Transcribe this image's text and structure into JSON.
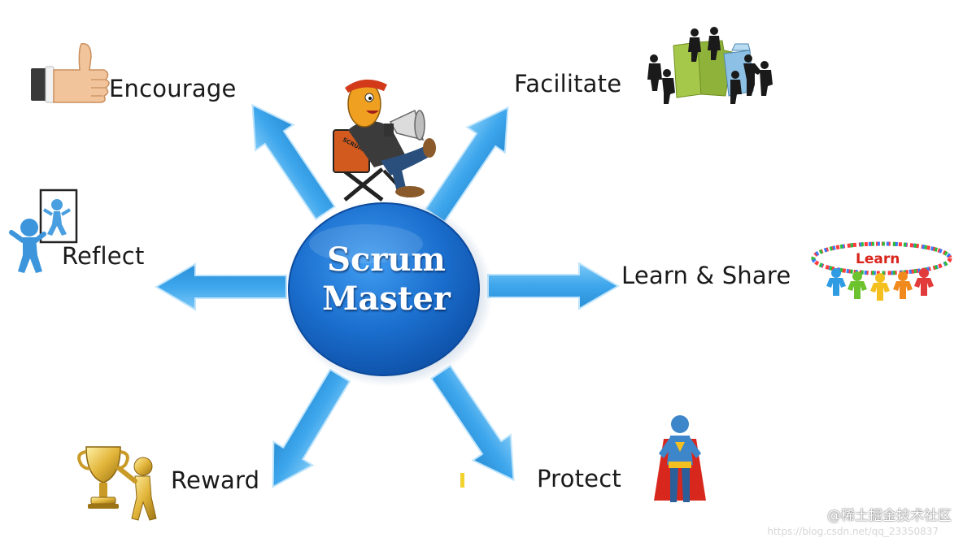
{
  "hub": {
    "line1": "Scrum",
    "line2": "Master"
  },
  "labels": {
    "encourage": "Encourage",
    "facilitate": "Facilitate",
    "reflect": "Reflect",
    "learn_share": "Learn & Share",
    "reward": "Reward",
    "protect": "Protect"
  },
  "learn_sign": "Learn",
  "mascot_sign": "SCRUM MASTER",
  "watermark": {
    "brand": "@稀土掘金技术社区",
    "url": "https://blog.csdn.net/qq_23350837"
  },
  "colors": {
    "arrow": "#3fa9ee",
    "hub": "#1668c7",
    "text": "#1a1a1a"
  },
  "icons": {
    "encourage": "thumbs-up-icon",
    "facilitate": "teamwork-puzzle-icon",
    "reflect": "mirror-figure-icon",
    "learn_share": "learn-circle-icon",
    "reward": "trophy-icon",
    "protect": "superhero-icon",
    "mascot": "megaphone-director-icon"
  }
}
